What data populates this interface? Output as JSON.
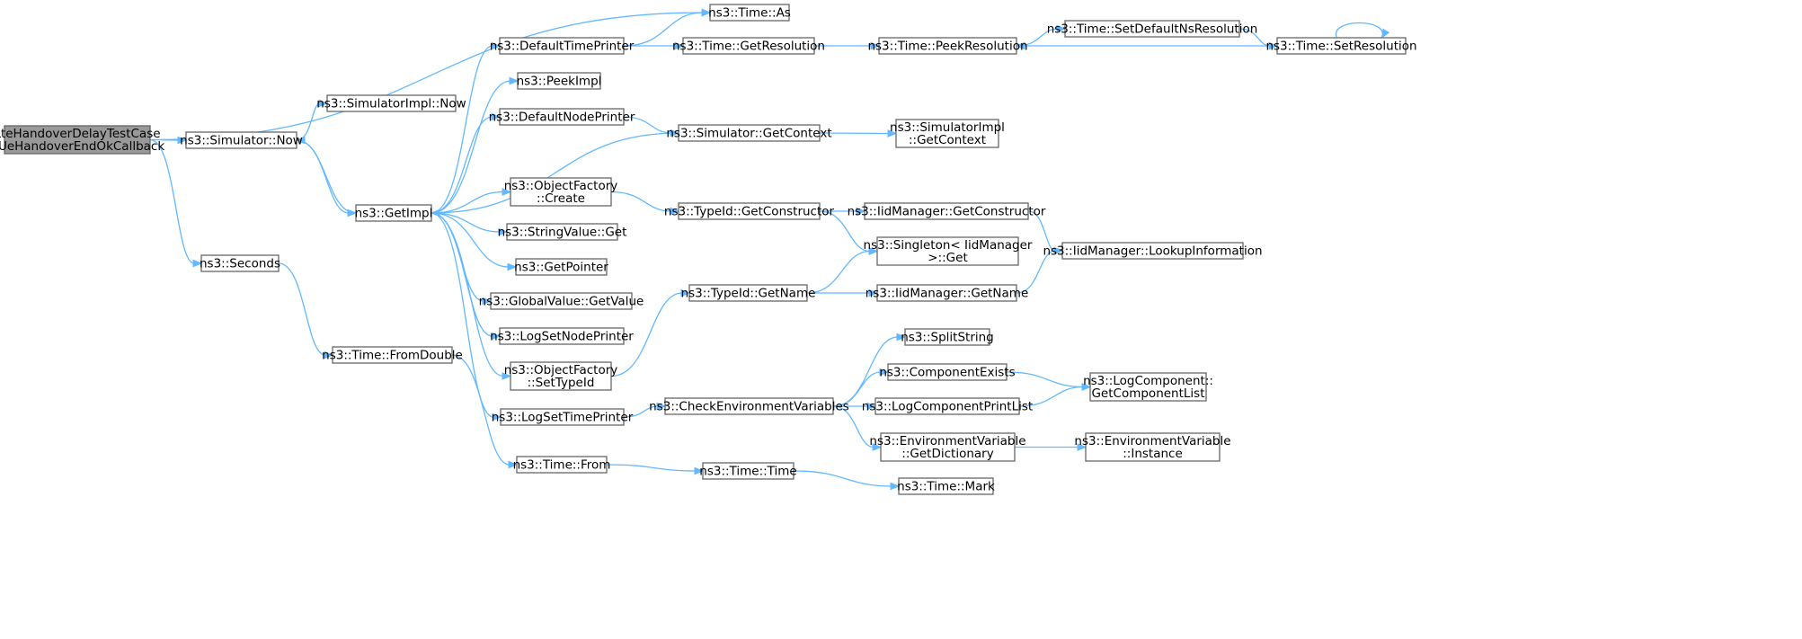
{
  "graph": {
    "root_color": "#999999",
    "edge_color": "#63b8ff",
    "nodes": [
      {
        "id": "root",
        "lines": [
          "LteHandoverDelayTestCase",
          "::UeHandoverEndOkCallback"
        ],
        "root": true
      },
      {
        "id": "simNow",
        "lines": [
          "ns3::Simulator::Now"
        ]
      },
      {
        "id": "seconds",
        "lines": [
          "ns3::Seconds"
        ]
      },
      {
        "id": "timeAs",
        "lines": [
          "ns3::Time::As"
        ]
      },
      {
        "id": "simImplNow",
        "lines": [
          "ns3::SimulatorImpl::Now"
        ]
      },
      {
        "id": "getImpl",
        "lines": [
          "ns3::GetImpl"
        ]
      },
      {
        "id": "fromDouble",
        "lines": [
          "ns3::Time::FromDouble"
        ]
      },
      {
        "id": "defaultTimePrinter",
        "lines": [
          "ns3::DefaultTimePrinter"
        ]
      },
      {
        "id": "peekImpl",
        "lines": [
          "ns3::PeekImpl"
        ]
      },
      {
        "id": "defaultNodePrinter",
        "lines": [
          "ns3::DefaultNodePrinter"
        ]
      },
      {
        "id": "objFactoryCreate",
        "lines": [
          "ns3::ObjectFactory",
          "::Create"
        ]
      },
      {
        "id": "stringValueGet",
        "lines": [
          "ns3::StringValue::Get"
        ]
      },
      {
        "id": "getPointer",
        "lines": [
          "ns3::GetPointer"
        ]
      },
      {
        "id": "globalValueGet",
        "lines": [
          "ns3::GlobalValue::GetValue"
        ]
      },
      {
        "id": "logSetNodePrinter",
        "lines": [
          "ns3::LogSetNodePrinter"
        ]
      },
      {
        "id": "objFactorySetTypeId",
        "lines": [
          "ns3::ObjectFactory",
          "::SetTypeId"
        ]
      },
      {
        "id": "logSetTimePrinter",
        "lines": [
          "ns3::LogSetTimePrinter"
        ]
      },
      {
        "id": "timeFrom",
        "lines": [
          "ns3::Time::From"
        ]
      },
      {
        "id": "timeGetResolution",
        "lines": [
          "ns3::Time::GetResolution"
        ]
      },
      {
        "id": "simGetContext",
        "lines": [
          "ns3::Simulator::GetContext"
        ]
      },
      {
        "id": "typeIdGetConstructor",
        "lines": [
          "ns3::TypeId::GetConstructor"
        ]
      },
      {
        "id": "typeIdGetName",
        "lines": [
          "ns3::TypeId::GetName"
        ]
      },
      {
        "id": "checkEnvVars",
        "lines": [
          "ns3::CheckEnvironmentVariables"
        ]
      },
      {
        "id": "timeTime",
        "lines": [
          "ns3::Time::Time"
        ]
      },
      {
        "id": "timePeekResolution",
        "lines": [
          "ns3::Time::PeekResolution"
        ]
      },
      {
        "id": "simImplGetContext",
        "lines": [
          "ns3::SimulatorImpl",
          "::GetContext"
        ]
      },
      {
        "id": "iidGetConstructor",
        "lines": [
          "ns3::IidManager::GetConstructor"
        ]
      },
      {
        "id": "singletonGet",
        "lines": [
          "ns3::Singleton< IidManager",
          ">::Get"
        ]
      },
      {
        "id": "iidGetName",
        "lines": [
          "ns3::IidManager::GetName"
        ]
      },
      {
        "id": "splitString",
        "lines": [
          "ns3::SplitString"
        ]
      },
      {
        "id": "componentExists",
        "lines": [
          "ns3::ComponentExists"
        ]
      },
      {
        "id": "logComponentPrintList",
        "lines": [
          "ns3::LogComponentPrintList"
        ]
      },
      {
        "id": "envVarGetDictionary",
        "lines": [
          "ns3::EnvironmentVariable",
          "::GetDictionary"
        ]
      },
      {
        "id": "timeMark",
        "lines": [
          "ns3::Time::Mark"
        ]
      },
      {
        "id": "timeSetDefaultNsRes",
        "lines": [
          "ns3::Time::SetDefaultNsResolution"
        ]
      },
      {
        "id": "timeSetResolution",
        "lines": [
          "ns3::Time::SetResolution"
        ]
      },
      {
        "id": "iidLookupInfo",
        "lines": [
          "ns3::IidManager::LookupInformation"
        ]
      },
      {
        "id": "logCompGetList",
        "lines": [
          "ns3::LogComponent::",
          "GetComponentList"
        ]
      },
      {
        "id": "envVarInstance",
        "lines": [
          "ns3::EnvironmentVariable",
          "::Instance"
        ]
      }
    ],
    "edges": [
      {
        "from": "root",
        "to": "timeAs"
      },
      {
        "from": "root",
        "to": "simNow"
      },
      {
        "from": "root",
        "to": "seconds"
      },
      {
        "from": "simNow",
        "to": "simImplNow"
      },
      {
        "from": "simNow",
        "to": "getImpl"
      },
      {
        "from": "getImpl",
        "to": "simNow"
      },
      {
        "from": "getImpl",
        "to": "defaultTimePrinter"
      },
      {
        "from": "getImpl",
        "to": "peekImpl"
      },
      {
        "from": "getImpl",
        "to": "defaultNodePrinter"
      },
      {
        "from": "getImpl",
        "to": "objFactoryCreate"
      },
      {
        "from": "getImpl",
        "to": "stringValueGet"
      },
      {
        "from": "getImpl",
        "to": "getPointer"
      },
      {
        "from": "getImpl",
        "to": "globalValueGet"
      },
      {
        "from": "getImpl",
        "to": "logSetNodePrinter"
      },
      {
        "from": "getImpl",
        "to": "objFactorySetTypeId"
      },
      {
        "from": "getImpl",
        "to": "logSetTimePrinter"
      },
      {
        "from": "seconds",
        "to": "fromDouble"
      },
      {
        "from": "fromDouble",
        "to": "timeFrom"
      },
      {
        "from": "defaultTimePrinter",
        "to": "timeAs"
      },
      {
        "from": "defaultTimePrinter",
        "to": "timeGetResolution"
      },
      {
        "from": "defaultNodePrinter",
        "to": "simGetContext"
      },
      {
        "from": "simGetContext",
        "to": "getImpl"
      },
      {
        "from": "simGetContext",
        "to": "simImplGetContext"
      },
      {
        "from": "objFactoryCreate",
        "to": "typeIdGetConstructor"
      },
      {
        "from": "objFactorySetTypeId",
        "to": "typeIdGetName"
      },
      {
        "from": "logSetTimePrinter",
        "to": "checkEnvVars"
      },
      {
        "from": "timeFrom",
        "to": "timeTime"
      },
      {
        "from": "timeTime",
        "to": "timeMark"
      },
      {
        "from": "timeGetResolution",
        "to": "timePeekResolution"
      },
      {
        "from": "timePeekResolution",
        "to": "timeSetDefaultNsRes"
      },
      {
        "from": "timeSetDefaultNsRes",
        "to": "timeSetResolution"
      },
      {
        "from": "timeSetResolution",
        "to": "timePeekResolution"
      },
      {
        "from": "timeSetResolution",
        "to": "timeSetResolution"
      },
      {
        "from": "typeIdGetConstructor",
        "to": "iidGetConstructor"
      },
      {
        "from": "typeIdGetConstructor",
        "to": "singletonGet"
      },
      {
        "from": "typeIdGetName",
        "to": "singletonGet"
      },
      {
        "from": "typeIdGetName",
        "to": "iidGetName"
      },
      {
        "from": "iidGetConstructor",
        "to": "iidLookupInfo"
      },
      {
        "from": "iidGetName",
        "to": "iidLookupInfo"
      },
      {
        "from": "checkEnvVars",
        "to": "splitString"
      },
      {
        "from": "checkEnvVars",
        "to": "componentExists"
      },
      {
        "from": "checkEnvVars",
        "to": "logComponentPrintList"
      },
      {
        "from": "checkEnvVars",
        "to": "envVarGetDictionary"
      },
      {
        "from": "componentExists",
        "to": "logCompGetList"
      },
      {
        "from": "logComponentPrintList",
        "to": "logCompGetList"
      },
      {
        "from": "envVarGetDictionary",
        "to": "envVarInstance"
      }
    ]
  }
}
